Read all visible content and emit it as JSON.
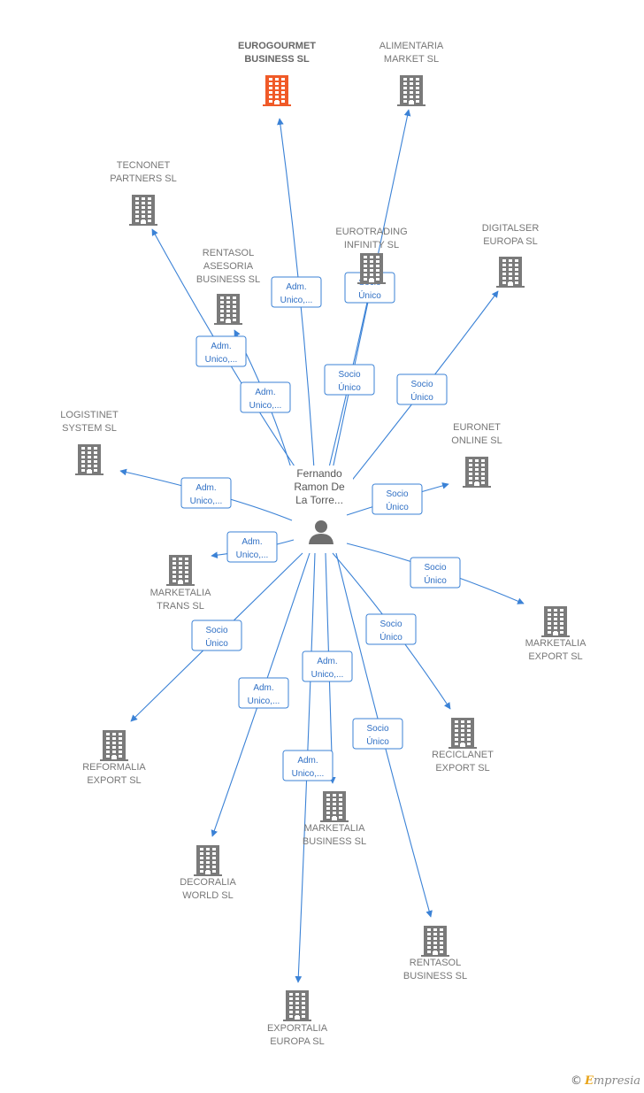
{
  "colors": {
    "edge": "#3b82d6",
    "building": "#7a7a7a",
    "building_focus": "#f05a28",
    "person": "#6e6e6e"
  },
  "center": {
    "label_lines": [
      "Fernando",
      "Ramon De",
      "La Torre..."
    ],
    "icon": "person-icon"
  },
  "nodes": [
    {
      "id": "eurogourmet",
      "lines": [
        "EUROGOURMET",
        "BUSINESS  SL"
      ],
      "focus": true,
      "icon": "building-icon"
    },
    {
      "id": "alimentaria",
      "lines": [
        "ALIMENTARIA",
        "MARKET  SL"
      ],
      "focus": false,
      "icon": "building-icon"
    },
    {
      "id": "tecnonet",
      "lines": [
        "TECNONET",
        "PARTNERS  SL"
      ],
      "focus": false,
      "icon": "building-icon"
    },
    {
      "id": "eurotrading",
      "lines": [
        "EUROTRADING",
        "INFINITY  SL"
      ],
      "focus": false,
      "icon": "building-icon"
    },
    {
      "id": "digitalser",
      "lines": [
        "DIGITALSER",
        "EUROPA  SL"
      ],
      "focus": false,
      "icon": "building-icon"
    },
    {
      "id": "rentasol-asesoria",
      "lines": [
        "RENTASOL",
        "ASESORIA",
        "BUSINESS  SL"
      ],
      "focus": false,
      "icon": "building-icon"
    },
    {
      "id": "logistinet",
      "lines": [
        "LOGISTINET",
        "SYSTEM  SL"
      ],
      "focus": false,
      "icon": "building-icon"
    },
    {
      "id": "euronet",
      "lines": [
        "EURONET",
        "ONLINE  SL"
      ],
      "focus": false,
      "icon": "building-icon"
    },
    {
      "id": "marketalia-trans",
      "lines": [
        "MARKETALIA",
        "TRANS  SL"
      ],
      "focus": false,
      "icon": "building-icon"
    },
    {
      "id": "marketalia-export",
      "lines": [
        "MARKETALIA",
        "EXPORT  SL"
      ],
      "focus": false,
      "icon": "building-icon"
    },
    {
      "id": "reformalia",
      "lines": [
        "REFORMALIA",
        "EXPORT  SL"
      ],
      "focus": false,
      "icon": "building-icon"
    },
    {
      "id": "reciclanet",
      "lines": [
        "RECICLANET",
        "EXPORT  SL"
      ],
      "focus": false,
      "icon": "building-icon"
    },
    {
      "id": "marketalia-business",
      "lines": [
        "MARKETALIA",
        "BUSINESS  SL"
      ],
      "focus": false,
      "icon": "building-icon"
    },
    {
      "id": "decoralia",
      "lines": [
        "DECORALIA",
        "WORLD  SL"
      ],
      "focus": false,
      "icon": "building-icon"
    },
    {
      "id": "rentasol-business",
      "lines": [
        "RENTASOL",
        "BUSINESS  SL"
      ],
      "focus": false,
      "icon": "building-icon"
    },
    {
      "id": "exportalia",
      "lines": [
        "EXPORTALIA",
        "EUROPA  SL"
      ],
      "focus": false,
      "icon": "building-icon"
    }
  ],
  "edges": [
    {
      "to": "eurogourmet",
      "label_lines": [
        "Adm.",
        "Unico,..."
      ]
    },
    {
      "to": "alimentaria",
      "label_lines": [
        "Socio",
        "Único"
      ]
    },
    {
      "to": "tecnonet",
      "label_lines": [
        "Adm.",
        "Unico,..."
      ]
    },
    {
      "to": "eurotrading",
      "label_lines": [
        "Socio",
        "Único"
      ]
    },
    {
      "to": "digitalser",
      "label_lines": [
        "Socio",
        "Único"
      ]
    },
    {
      "to": "rentasol-asesoria",
      "label_lines": [
        "Adm.",
        "Unico,..."
      ]
    },
    {
      "to": "logistinet",
      "label_lines": [
        "Adm.",
        "Unico,..."
      ]
    },
    {
      "to": "euronet",
      "label_lines": [
        "Socio",
        "Único"
      ]
    },
    {
      "to": "marketalia-trans",
      "label_lines": [
        "Adm.",
        "Unico,..."
      ]
    },
    {
      "to": "marketalia-export",
      "label_lines": [
        "Socio",
        "Único"
      ]
    },
    {
      "to": "reformalia",
      "label_lines": [
        "Socio",
        "Único"
      ]
    },
    {
      "to": "reciclanet",
      "label_lines": [
        "Socio",
        "Único"
      ]
    },
    {
      "to": "marketalia-business",
      "label_lines": [
        "Adm.",
        "Unico,..."
      ]
    },
    {
      "to": "decoralia",
      "label_lines": [
        "Adm.",
        "Unico,..."
      ]
    },
    {
      "to": "rentasol-business",
      "label_lines": [
        "Socio",
        "Único"
      ]
    },
    {
      "to": "exportalia",
      "label_lines": [
        "Adm.",
        "Unico,..."
      ]
    }
  ],
  "watermark": {
    "copyright": "©",
    "brand_initial": "E",
    "brand_rest": "mpresia"
  }
}
